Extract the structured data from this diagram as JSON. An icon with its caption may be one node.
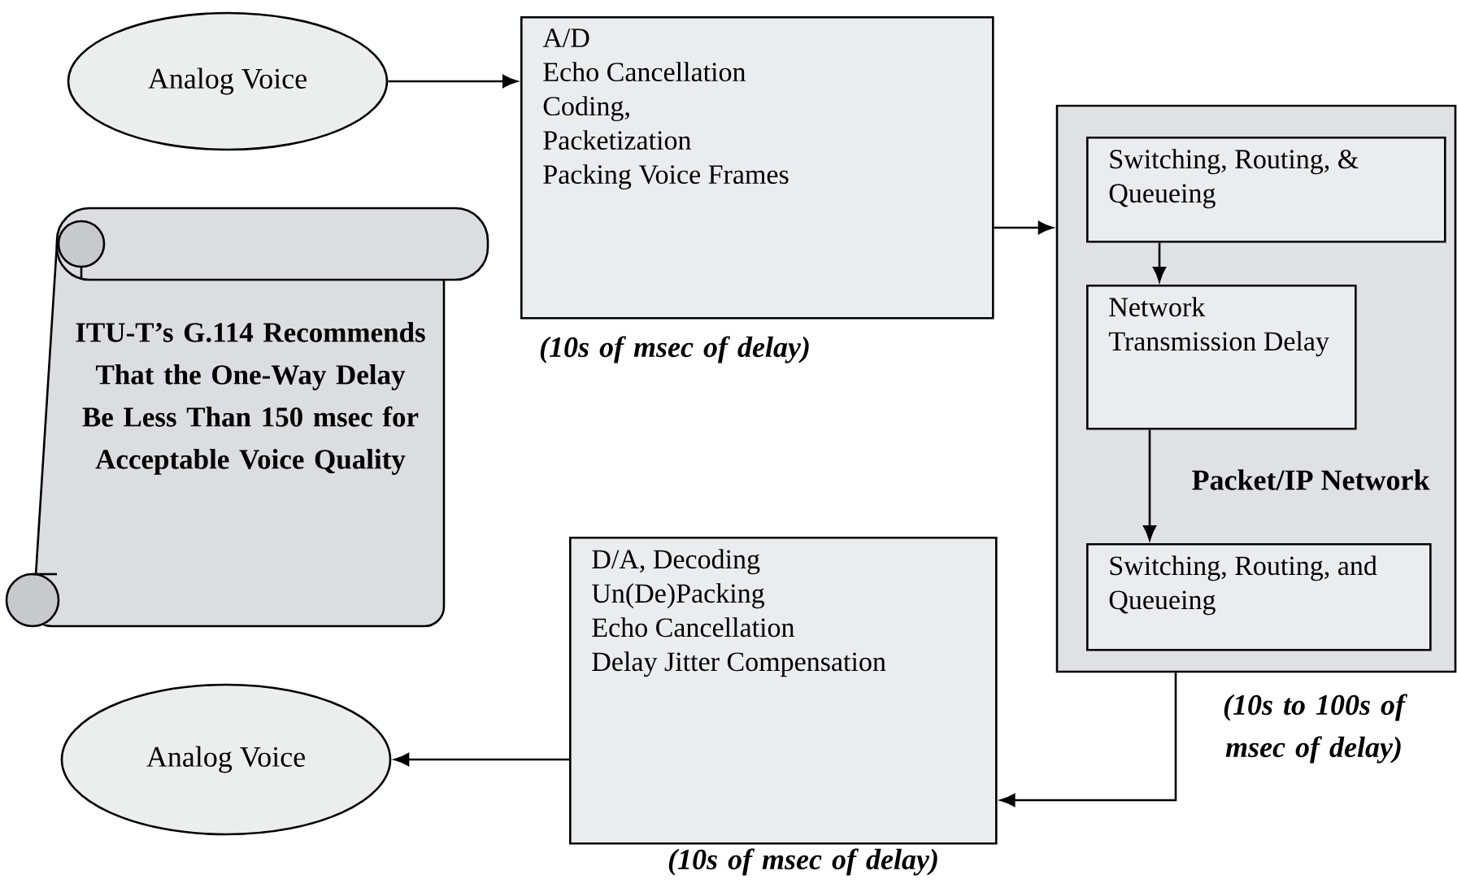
{
  "diagram": {
    "nodes": [
      {
        "text": [
          "Analog Voice"
        ]
      },
      {
        "text": [
          "A/D",
          "Echo Cancellation",
          "Coding,",
          "Packetization",
          "Packing Voice Frames"
        ],
        "beside": [
          "(10s of msec of delay)"
        ]
      },
      {
        "text": [
          "Packet/IP Network"
        ],
        "beside": [
          "(10s to 100s of msec of delay)"
        ]
      },
      {
        "text": [
          "Switching, Routing, & Queueing"
        ],
        "in": 2
      },
      {
        "text": [
          "Network Transmission Delay"
        ],
        "in": 2
      },
      {
        "text": [
          "Switching, Routing, and Queueing"
        ],
        "in": 2
      },
      {
        "text": [
          "D/A, Decoding",
          "Un(De)Packing",
          "Echo Cancellation",
          "Delay Jitter Compensation"
        ],
        "beside": [
          "(10s of msec of delay)"
        ]
      },
      {
        "text": [
          "Analog Voice"
        ]
      },
      {
        "text": [
          "ITU-T’s G.114 Recommends That the One-Way Delay Be Less Than 150 msec for Acceptable Voice Quality"
        ]
      }
    ],
    "edges": [
      {
        "from": 0,
        "to": 1,
        "arrow": "to"
      },
      {
        "from": 1,
        "to": 2,
        "arrow": "to"
      },
      {
        "from": 3,
        "to": 4,
        "arrow": "to"
      },
      {
        "from": 4,
        "to": 5,
        "arrow": "to"
      },
      {
        "from": 2,
        "to": 6,
        "arrow": "to"
      },
      {
        "from": 6,
        "to": 7,
        "arrow": "to"
      }
    ]
  }
}
